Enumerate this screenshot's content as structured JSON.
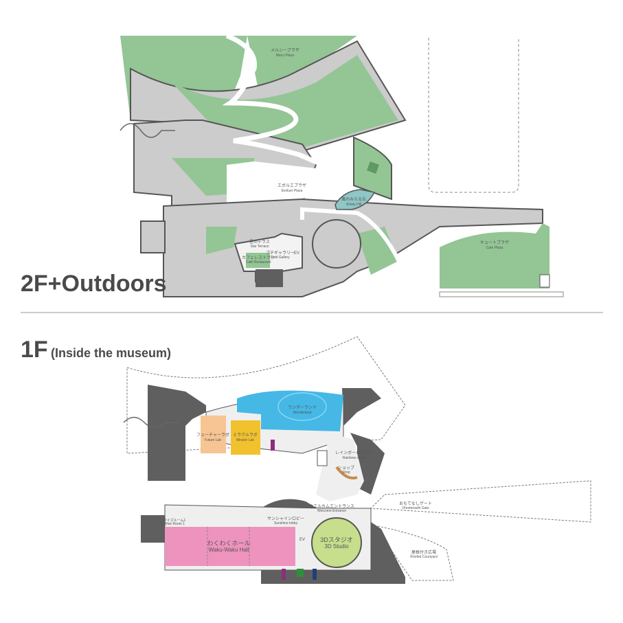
{
  "floors": {
    "upper": {
      "title": "2F+Outdoors"
    },
    "lower": {
      "title": "1F",
      "subtitle": "(Inside the museum)"
    }
  },
  "areas_2f": [
    {
      "jp": "メルシープラザ",
      "en": "Merci Plaza"
    },
    {
      "jp": "エボルエプラザ",
      "en": "Evoluer Plaza"
    },
    {
      "jp": "風のみえる丘",
      "en": "Windy Hill"
    },
    {
      "jp": "星のテラス",
      "en": "Star Terrace"
    },
    {
      "jp": "カフェレストラン",
      "en": "Café Restaurant"
    },
    {
      "jp": "プチギャラリー",
      "en": "Petit Gallery"
    },
    {
      "jp": "キュートプラザ",
      "en": "Cute Plaza"
    }
  ],
  "areas_1f": [
    {
      "jp": "ワンダーランド",
      "en": "Wonderland"
    },
    {
      "jp": "フューチャーラボ",
      "en": "Future Lab"
    },
    {
      "jp": "ミラクルラボ",
      "en": "Miracle Lab"
    },
    {
      "jp": "レインボーオアシス",
      "en": "Rainbow oasis"
    },
    {
      "jp": "ショップ",
      "en": "Shop"
    },
    {
      "jp": "ウエルカムエントランス",
      "en": "Welcome Entrance"
    },
    {
      "jp": "サンシャインロビー",
      "en": "Sunshine lobby"
    },
    {
      "jp": "わくわくホール",
      "en": "Waku-Waku Hall"
    },
    {
      "jp": "3Dスタジオ",
      "en": "3D Studio"
    },
    {
      "jp": "おもてなしゲート",
      "en": "Omotenashi Gate"
    },
    {
      "jp": "屋根付き広場",
      "en": "Roofed Courtyard"
    },
    {
      "jp": "ワイズルーム1",
      "en": "Wise Room 1"
    }
  ],
  "facilities": {
    "elevator": "EV"
  },
  "colors": {
    "green": "#94c595",
    "gray": "#cccccc",
    "dark": "#5f5f5f",
    "windy_hill": "#8fc6c6",
    "wonderland": "#45b8e6",
    "future_lab": "#f7c493",
    "miracle_lab": "#f2c12e",
    "waku_hall": "#ee93bd",
    "studio_3d": "#c7de8c"
  }
}
